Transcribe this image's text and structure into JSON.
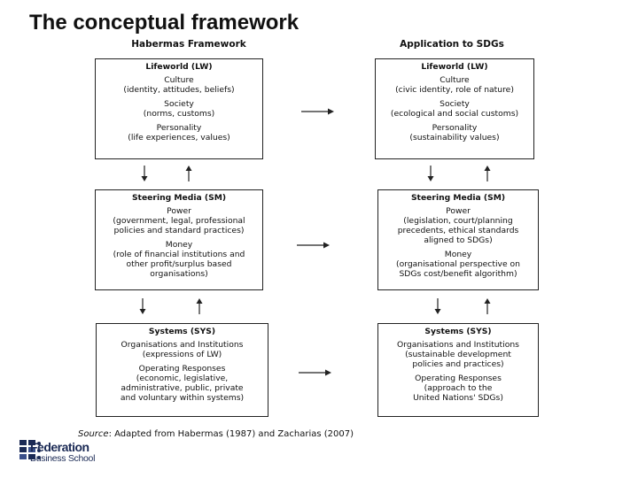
{
  "title": "The conceptual framework",
  "columns": [
    {
      "header": "Habermas Framework",
      "boxes": [
        {
          "title": "Lifeworld (LW)",
          "sections": [
            [
              "Culture",
              "(identity, attitudes, beliefs)"
            ],
            [
              "Society",
              "(norms, customs)"
            ],
            [
              "Personality",
              "(life experiences, values)"
            ]
          ]
        },
        {
          "title": "Steering Media (SM)",
          "sections": [
            [
              "Power",
              "(government, legal, professional",
              "policies and standard practices)"
            ],
            [
              "Money",
              "(role of financial institutions and",
              "other profit/surplus based",
              "organisations)"
            ]
          ]
        },
        {
          "title": "Systems (SYS)",
          "sections": [
            [
              "Organisations and Institutions",
              "(expressions of LW)"
            ],
            [
              "Operating Responses",
              "(economic, legislative,",
              "administrative, public, private",
              "and voluntary within systems)"
            ]
          ]
        }
      ]
    },
    {
      "header": "Application to SDGs",
      "boxes": [
        {
          "title": "Lifeworld (LW)",
          "sections": [
            [
              "Culture",
              "(civic identity, role of nature)"
            ],
            [
              "Society",
              "(ecological and social customs)"
            ],
            [
              "Personality",
              "(sustainability values)"
            ]
          ]
        },
        {
          "title": "Steering Media (SM)",
          "sections": [
            [
              "Power",
              "(legislation, court/planning",
              "precedents, ethical standards",
              "aligned to SDGs)"
            ],
            [
              "Money",
              "(organisational perspective on",
              "SDGs cost/benefit algorithm)"
            ]
          ]
        },
        {
          "title": "Systems (SYS)",
          "sections": [
            [
              "Organisations and Institutions",
              "(sustainable development",
              "policies and practices)"
            ],
            [
              "Operating Responses",
              "(approach to the",
              "United Nations' SDGs)"
            ]
          ]
        }
      ]
    }
  ],
  "source": {
    "label": "Source",
    "text": ": Adapted from Habermas (1987) and Zacharias (2007)"
  },
  "logo": {
    "name": "Federation",
    "sub": "Business School"
  },
  "colors": {
    "logo_blue": "#1b2a55",
    "border": "#222222"
  }
}
